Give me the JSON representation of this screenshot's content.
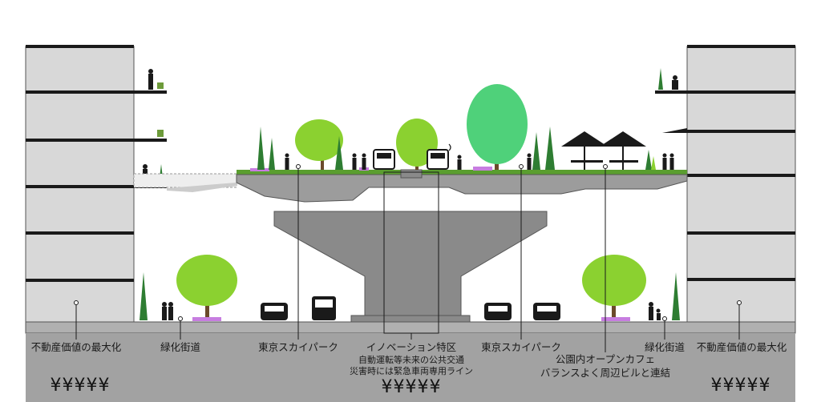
{
  "colors": {
    "building": "#d6d6d6",
    "floor": "#1a1a1a",
    "ground": "#9e9e9e",
    "concrete": "#8a8a8a",
    "deck": "#a9a9a9",
    "tree_light": "#8bd130",
    "tree_dark": "#2e7d32",
    "flower": "#c77de0"
  },
  "labels": {
    "value_left": "不動産価値の最大化",
    "green_left": "緑化街道",
    "skypark_left": "東京スカイパーク",
    "innovation": "イノベーション特区",
    "innovation_sub1": "自動運転等未来の公共交通",
    "innovation_sub2": "災害時には緊急車両専用ライン",
    "skypark_right": "東京スカイパーク",
    "cafe_1": "公園内オープンカフェ",
    "cafe_2": "バランスよく周辺ビルと連結",
    "green_right": "緑化街道",
    "value_right": "不動産価値の最大化"
  },
  "yen": {
    "left": "¥¥¥¥¥",
    "center": "¥¥¥¥¥",
    "right": "¥¥¥¥¥"
  }
}
